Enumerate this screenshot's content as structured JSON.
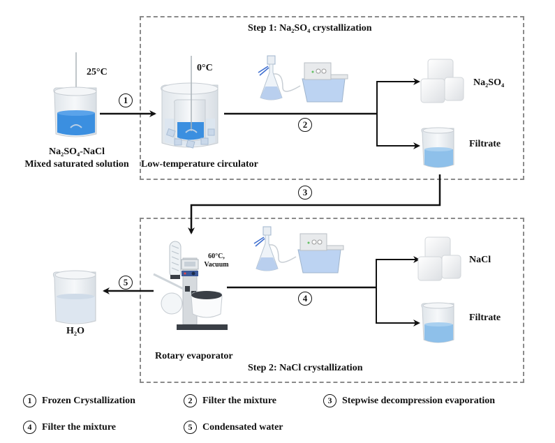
{
  "diagram": {
    "start": {
      "temperature": "25°C",
      "label_line1": "Na₂SO₄-NaCl",
      "label_line2": "Mixed saturated solution"
    },
    "step1": {
      "title": "Step 1: Na₂SO₄ crystallization",
      "circulator_temperature": "0°C",
      "circulator_label": "Low-temperature circulator",
      "product_label": "Na₂SO₄",
      "filtrate_label": "Filtrate"
    },
    "step2": {
      "title": "Step 2: NaCl crystallization",
      "evaporator_condition_line1": "60°C,",
      "evaporator_condition_line2": "Vacuum",
      "evaporator_label": "Rotary evaporator",
      "product_label": "NaCl",
      "filtrate_label": "Filtrate"
    },
    "condensate": {
      "label": "H₂O"
    },
    "step_markers": [
      "1",
      "2",
      "3",
      "4",
      "5"
    ],
    "colors": {
      "solution_blue": "#3b8fe0",
      "filtrate_blue": "#8ec0ea",
      "glass": "#e9eef3",
      "dashed_border": "#8a8a8a",
      "arrow": "#111111"
    }
  },
  "legend": [
    {
      "num": "1",
      "text": "Frozen Crystallization"
    },
    {
      "num": "2",
      "text": "Filter the mixture"
    },
    {
      "num": "3",
      "text": "Stepwise decompression evaporation"
    },
    {
      "num": "4",
      "text": "Filter the mixture"
    },
    {
      "num": "5",
      "text": "Condensated water"
    }
  ]
}
